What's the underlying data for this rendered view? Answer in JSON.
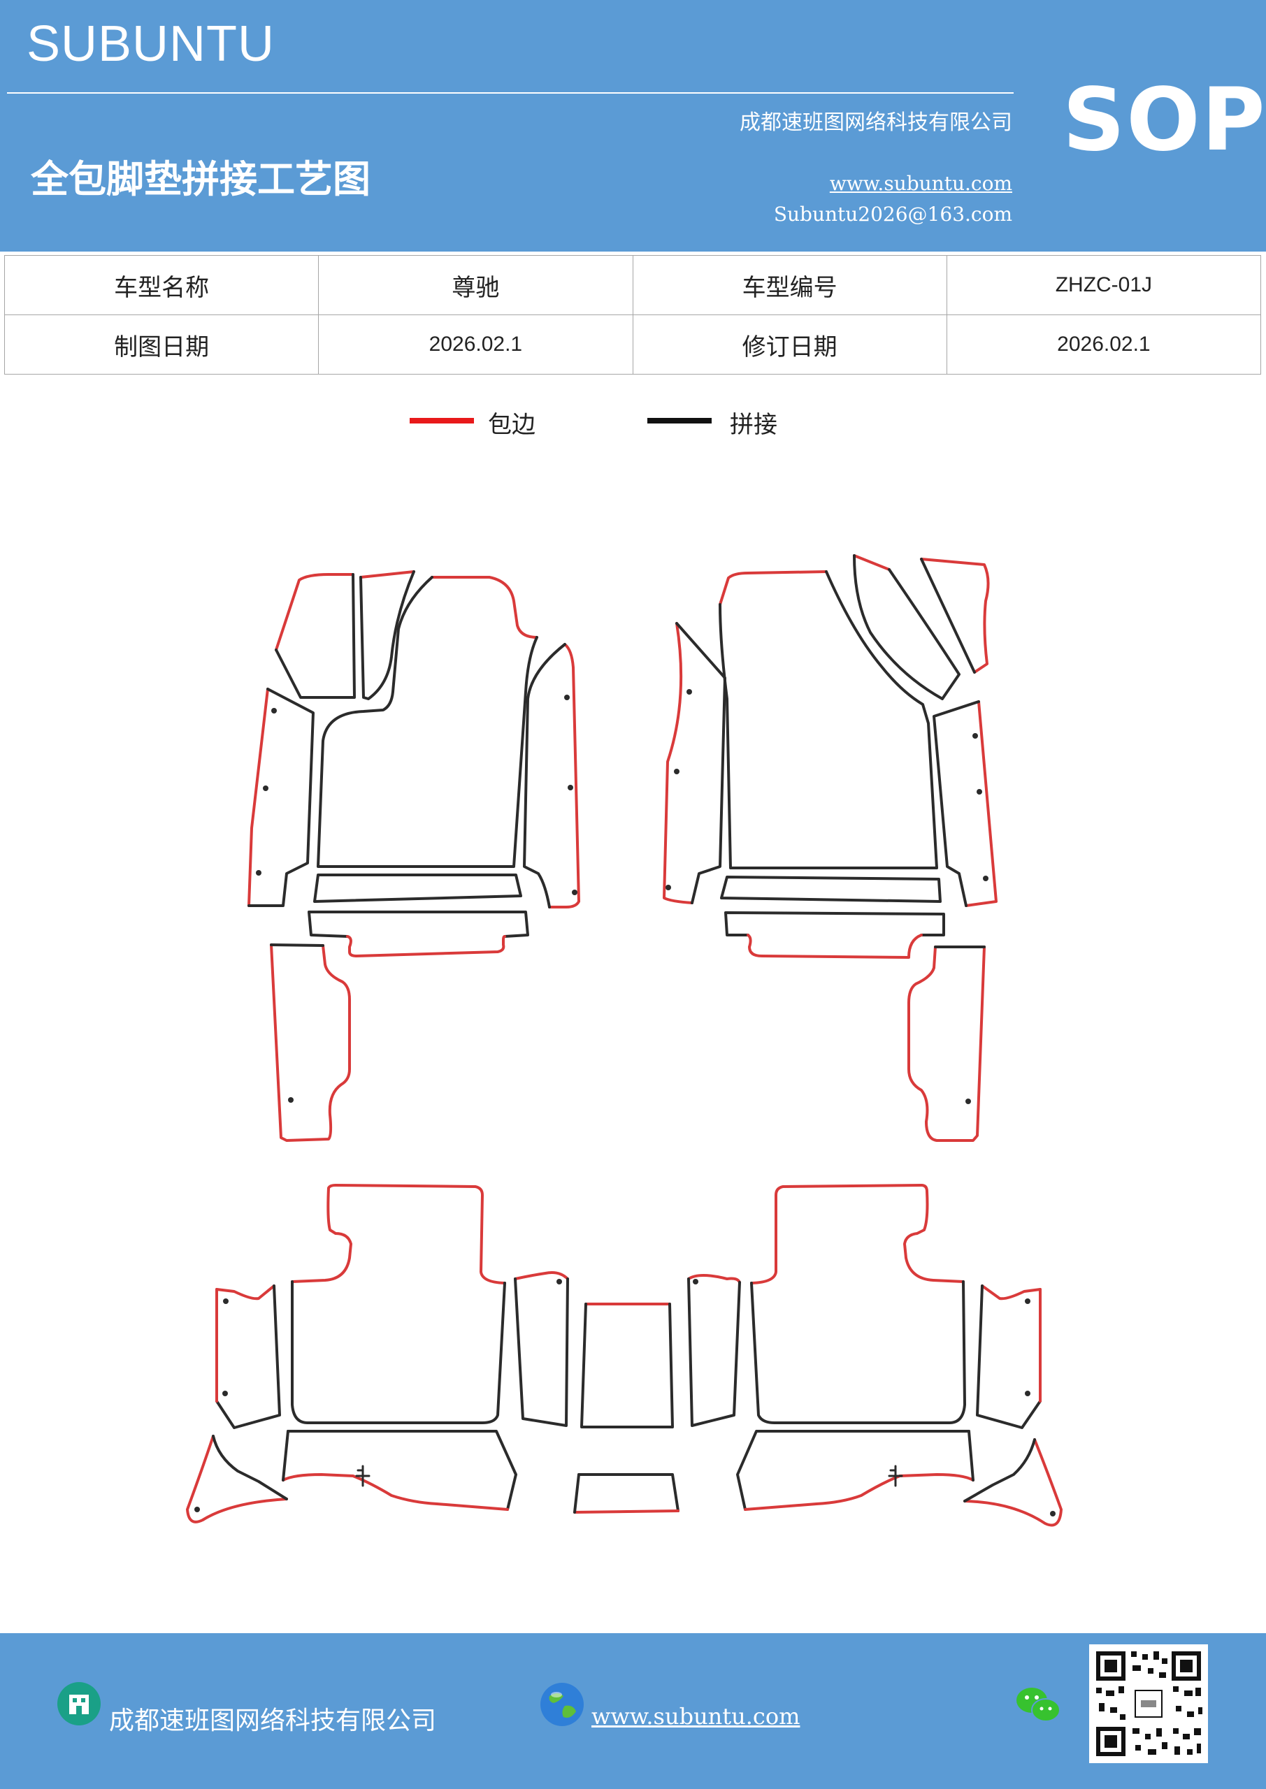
{
  "header": {
    "brand": "SUBUNTU",
    "company": "成都速班图网络科技有限公司",
    "title": "全包脚垫拼接工艺图",
    "website": "www.subuntu.com",
    "email": "Subuntu2026@163.com",
    "badge": "SOP"
  },
  "info_table": {
    "rows": [
      [
        "车型名称",
        "尊驰",
        "车型编号",
        "ZHZC-01J"
      ],
      [
        "制图日期",
        "2026.02.1",
        "修订日期",
        "2026.02.1"
      ]
    ]
  },
  "legend": {
    "items": [
      {
        "label": "包边",
        "color": "#e8191a"
      },
      {
        "label": "拼接",
        "color": "#111111"
      }
    ]
  },
  "colors": {
    "header_bg": "#5b9bd5",
    "edge_binding": "#d93a3a",
    "seam": "#2b2b2b"
  },
  "footer": {
    "company": "成都速班图网络科技有限公司",
    "website": "www.subuntu.com",
    "icons": [
      "building-icon",
      "globe-icon",
      "wechat-icon",
      "qr-code"
    ]
  }
}
